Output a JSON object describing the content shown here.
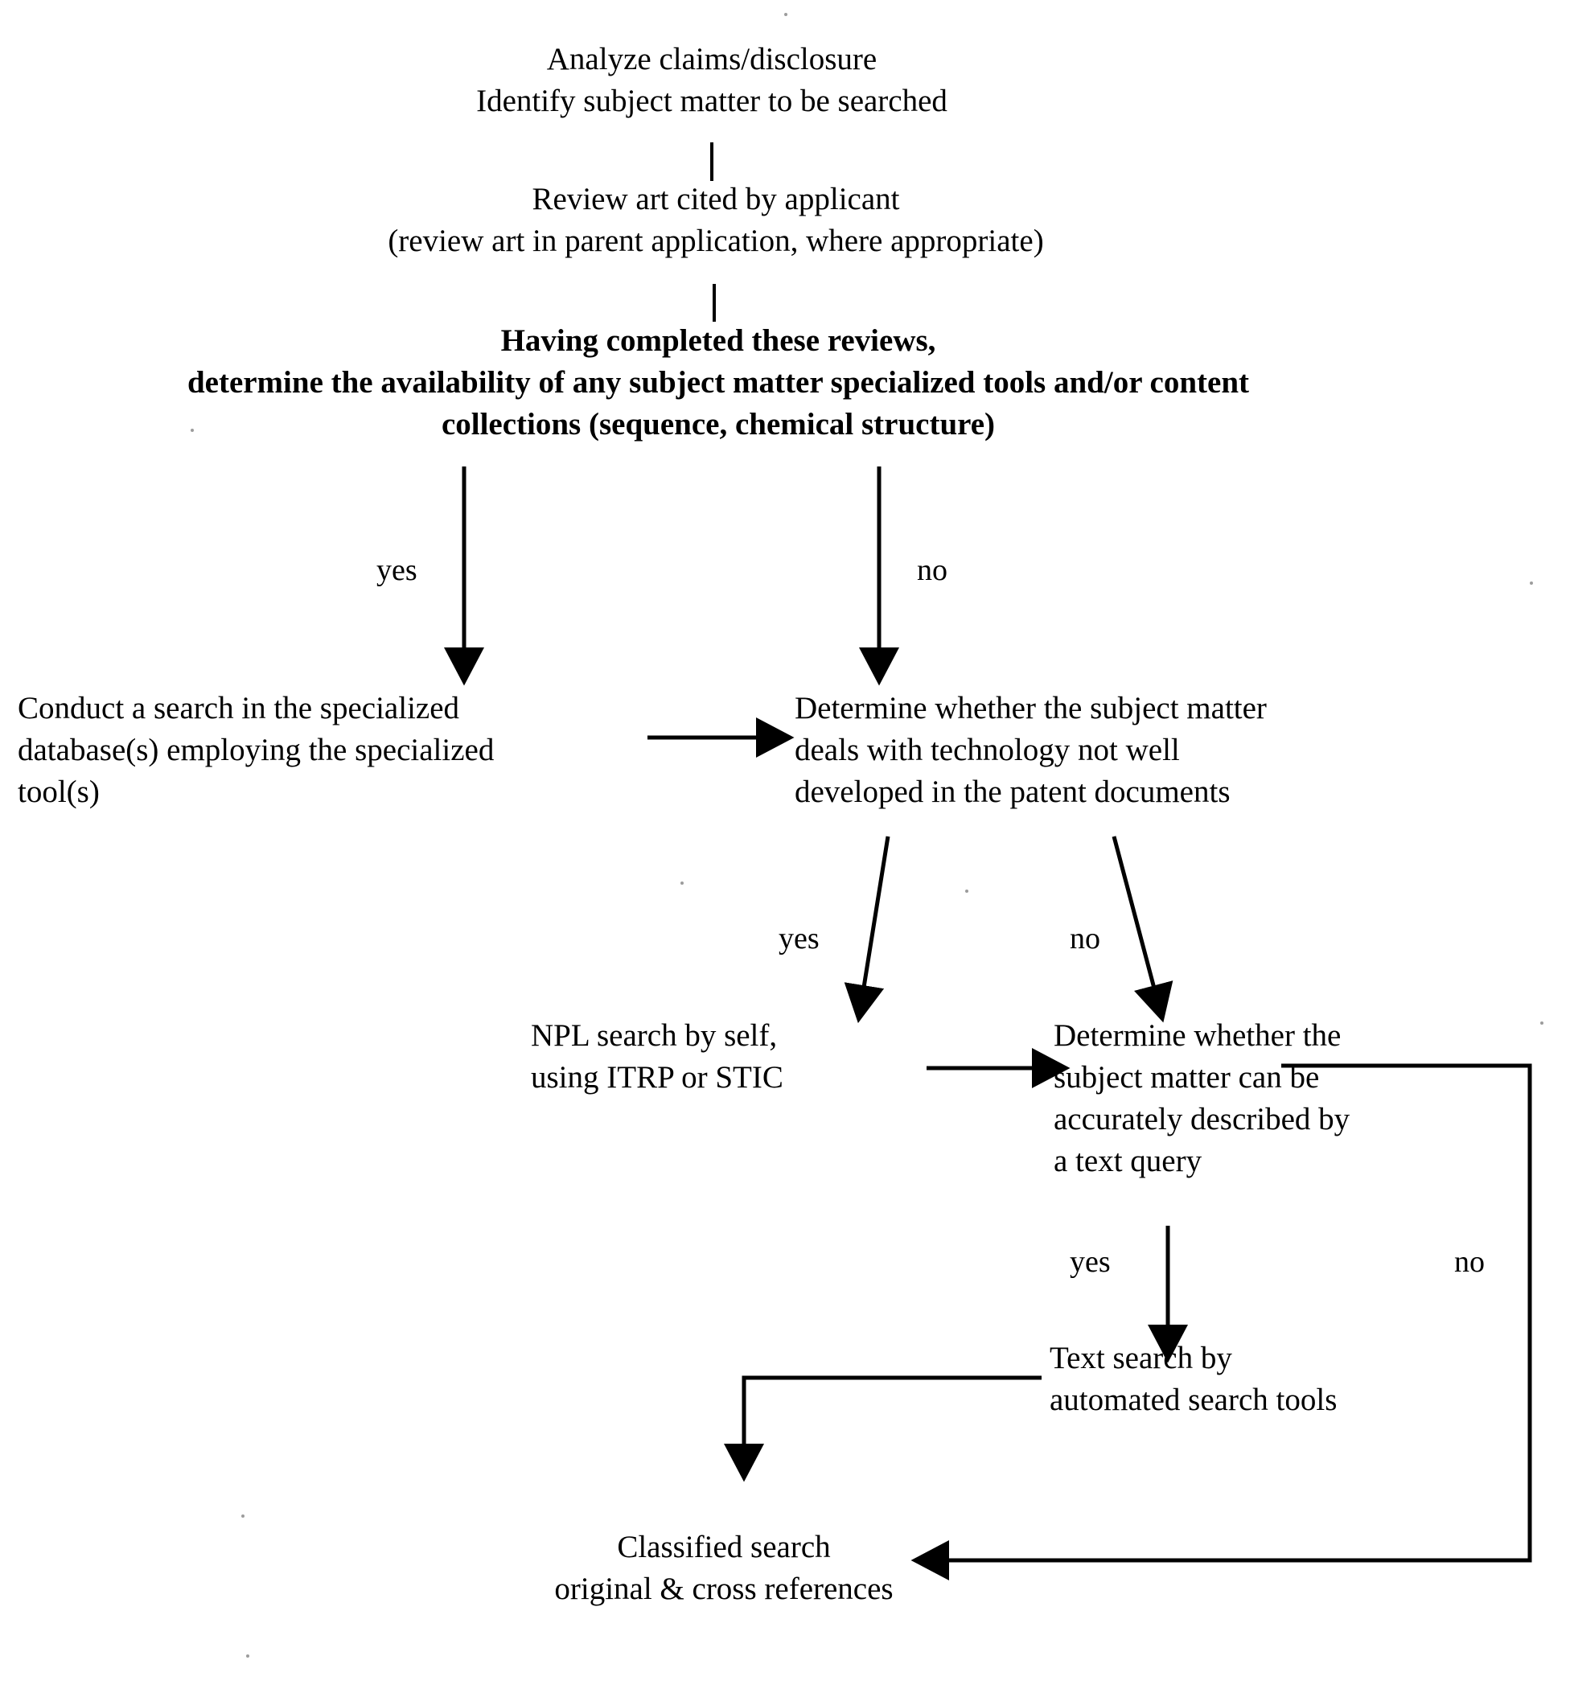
{
  "diagram": {
    "title": "Patent examiner search strategy flowchart",
    "type": "flowchart",
    "background_color": "#ffffff",
    "line_color": "#000000",
    "text_color": "#000000",
    "nodes": [
      {
        "id": "n1",
        "text": "Analyze claims/disclosure\nIdentify subject matter to be searched",
        "align": "center",
        "bold": false
      },
      {
        "id": "n2",
        "text": "Review art cited by applicant\n(review art in parent application, where appropriate)",
        "align": "center",
        "bold": false
      },
      {
        "id": "n3",
        "text": "Having completed these reviews,\ndetermine the availability of any subject matter specialized tools and/or content\ncollections (sequence, chemical structure)",
        "align": "center",
        "bold": true
      },
      {
        "id": "n4",
        "text": "Conduct a search in the specialized\ndatabase(s) employing the specialized\ntool(s)",
        "align": "left",
        "bold": false
      },
      {
        "id": "n5",
        "text": "Determine whether the subject matter\ndeals with technology not well\ndeveloped in the patent documents",
        "align": "left",
        "bold": false
      },
      {
        "id": "n6",
        "text": "NPL search by self,\nusing ITRP or STIC",
        "align": "left",
        "bold": false
      },
      {
        "id": "n7",
        "text": "Determine whether the\nsubject matter can be\naccurately described by\na text query",
        "align": "left",
        "bold": false
      },
      {
        "id": "n8",
        "text": "Text search by\nautomated search tools",
        "align": "left",
        "bold": false
      },
      {
        "id": "n9",
        "text": "Classified search\noriginal & cross references",
        "align": "center",
        "bold": false
      }
    ],
    "edge_labels": [
      {
        "id": "e1",
        "text": "yes"
      },
      {
        "id": "e2",
        "text": "no"
      },
      {
        "id": "e3",
        "text": "yes"
      },
      {
        "id": "e4",
        "text": "no"
      },
      {
        "id": "e5",
        "text": "yes"
      },
      {
        "id": "e6",
        "text": "no"
      }
    ]
  }
}
